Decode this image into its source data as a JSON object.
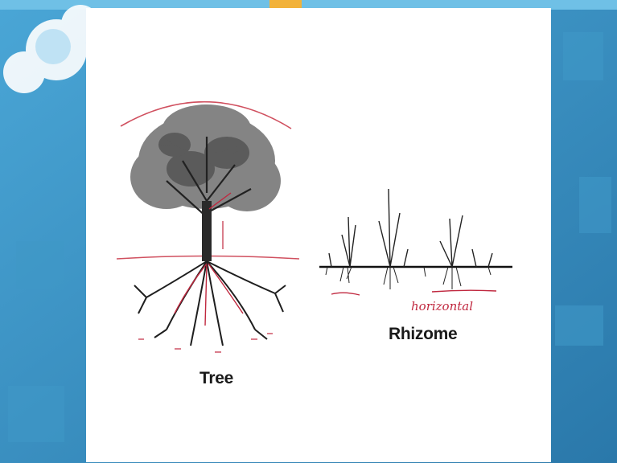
{
  "slide": {
    "tree_label": "Tree",
    "rhizome_label": "Rhizome",
    "annotation": "horizontal"
  },
  "colors": {
    "background": "#2f86b8",
    "slide": "#ffffff",
    "annotation_ink": "#c0283f"
  }
}
